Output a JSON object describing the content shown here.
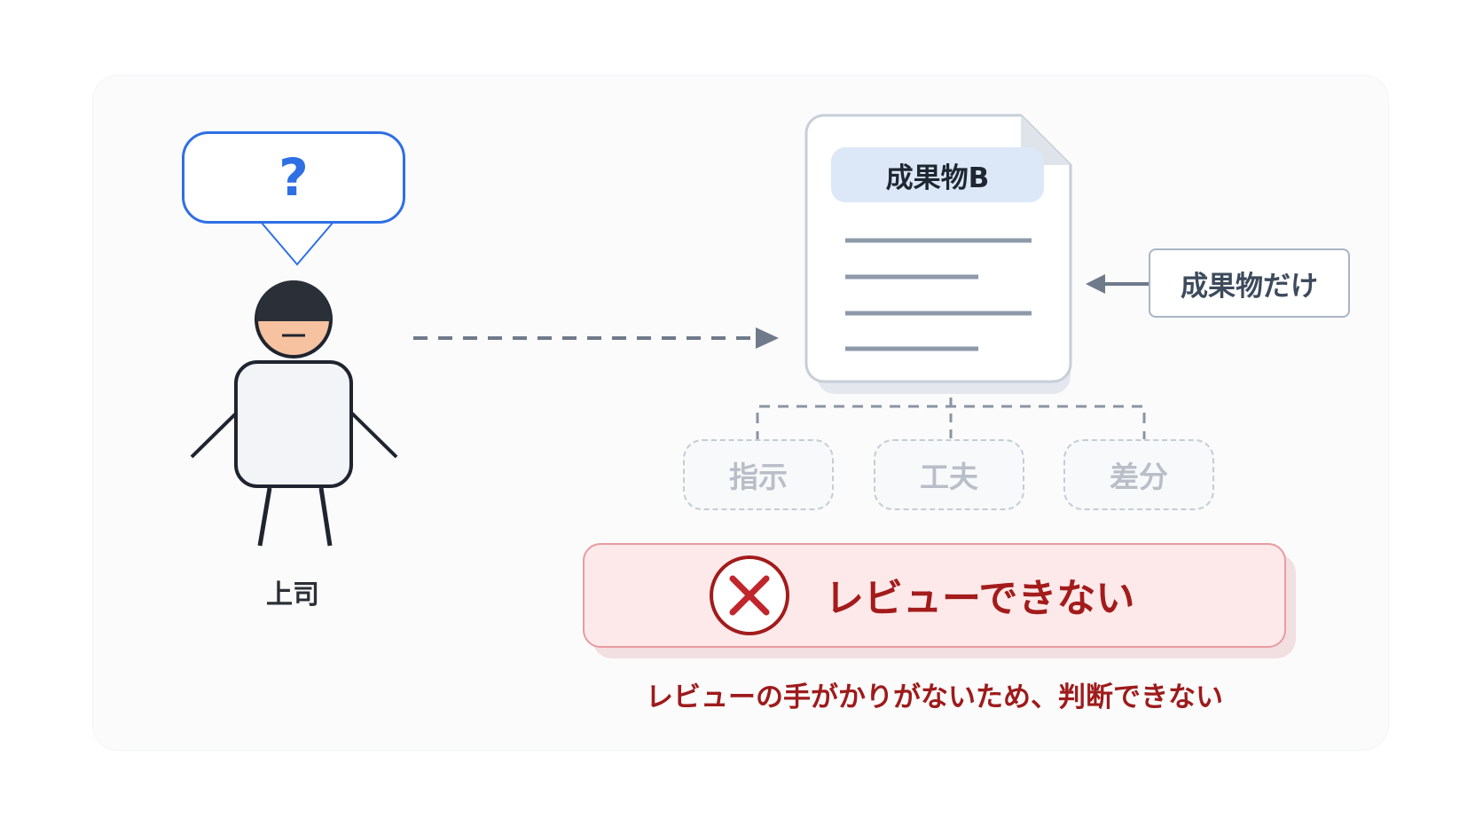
{
  "diagram": {
    "question_mark": "?",
    "person_label": "上司",
    "document_title": "成果物B",
    "side_label": "成果物だけ",
    "missing_items": [
      "指示",
      "工夫",
      "差分"
    ],
    "error_message": "レビューできない",
    "caption": "レビューの手がかりがないため、判断できない"
  },
  "colors": {
    "accent_blue": "#2f6fe4",
    "error_red": "#a31b1b",
    "error_bg": "#fde9ea",
    "arrow_gray": "#6f7a8b"
  }
}
